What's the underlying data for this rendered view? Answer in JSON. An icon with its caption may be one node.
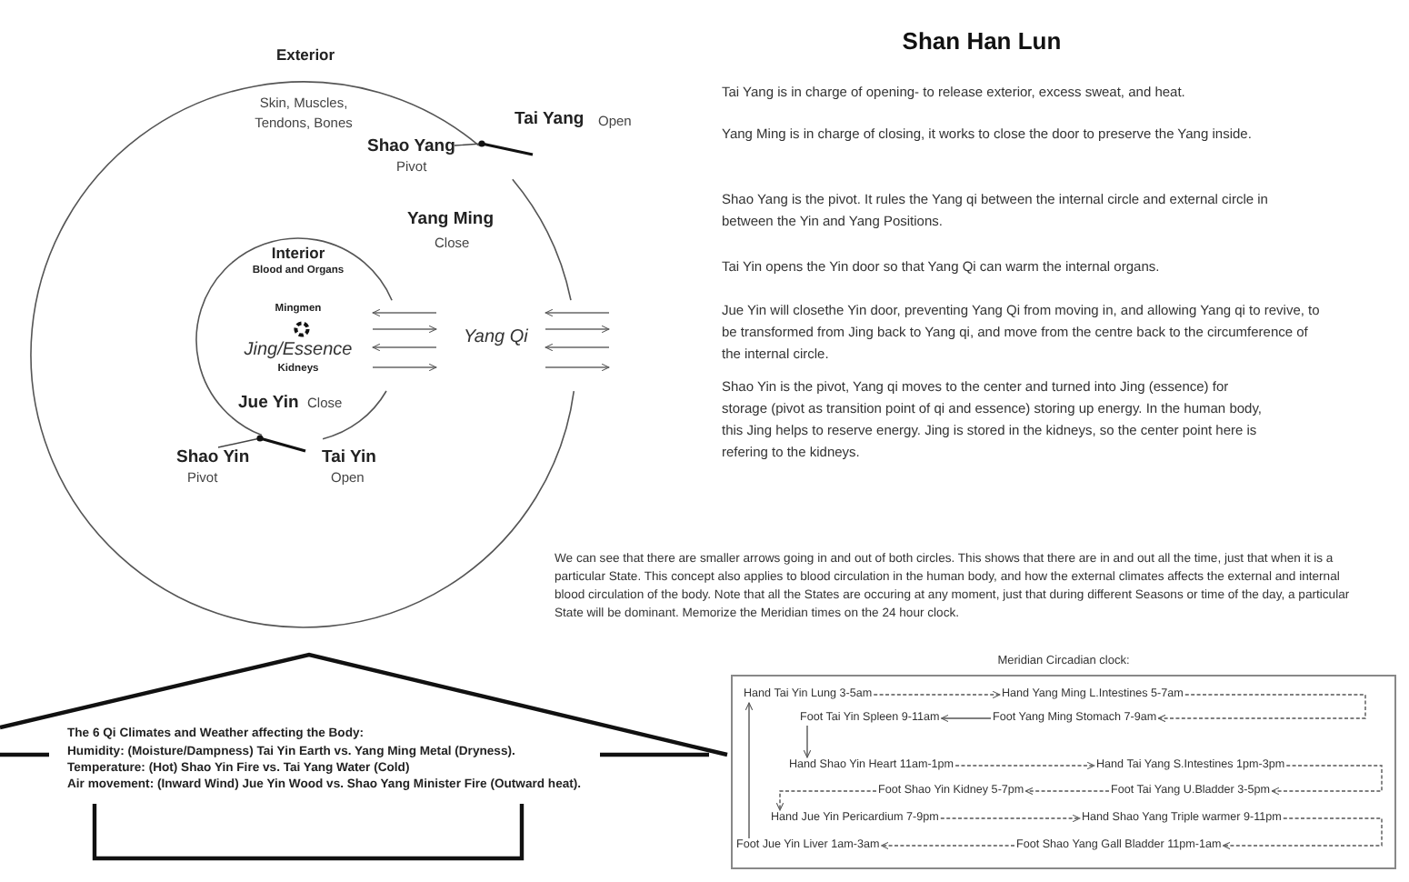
{
  "diagram": {
    "title": "Shan Han Lun",
    "nodes": [
      {
        "text": [
          "Exterior",
          "Skin, Muscles, Tendons, Bones",
          "Shao Yang",
          "Pivot",
          "Yang Ming",
          "Close",
          "Yang Qi",
          "Shao Yin",
          "Pivot",
          "Tai Yin",
          "Open"
        ]
      },
      {
        "text": [
          "Interior",
          "Blood and Organs",
          "Mingmen",
          "Jing/Essence",
          "Kidneys",
          "Jue Yin",
          "Close"
        ],
        "in": 0
      },
      {
        "text": [
          "The 6 Qi Climates and Weather affecting the Body:",
          "Humidity: (Moisture/Dampness) Tai Yin Earth vs. Yang Ming Metal (Dryness).",
          "Temperature: (Hot) Shao Yin Fire vs. Tai Yang Water (Cold)",
          "Air movement: (Inward Wind) Jue Yin Wood vs. Shao Yang Minister Fire (Outward heat)."
        ]
      },
      {
        "text": [
          "Meridian Circadian clock:"
        ]
      },
      {
        "text": [
          "Hand Tai Yin Lung 3-5am"
        ],
        "in": 3
      },
      {
        "text": [
          "Hand Yang Ming L.Intestines 5-7am"
        ],
        "in": 3
      },
      {
        "text": [
          "Foot Tai Yin Spleen 9-11am"
        ],
        "in": 3
      },
      {
        "text": [
          "Foot Yang Ming Stomach 7-9am"
        ],
        "in": 3
      },
      {
        "text": [
          "Hand Shao Yin Heart 11am-1pm"
        ],
        "in": 3
      },
      {
        "text": [
          "Hand Tai Yang S.Intestines 1pm-3pm"
        ],
        "in": 3
      },
      {
        "text": [
          "Foot Shao Yin Kidney 5-7pm"
        ],
        "in": 3
      },
      {
        "text": [
          "Foot Tai Yang U.Bladder 3-5pm"
        ],
        "in": 3
      },
      {
        "text": [
          "Hand Jue Yin Pericardium 7-9pm"
        ],
        "in": 3
      },
      {
        "text": [
          "Hand Shao Yang Triple warmer 9-11pm"
        ],
        "in": 3
      },
      {
        "text": [
          "Foot Jue Yin Liver 1am-3am"
        ],
        "in": 3
      },
      {
        "text": [
          "Foot Shao Yang Gall Bladder 11pm-1am"
        ],
        "in": 3
      }
    ],
    "edges": [
      {
        "from": 4,
        "to": 5,
        "arrow": "to",
        "style": "dashed"
      },
      {
        "from": 5,
        "to": 7,
        "arrow": "to",
        "style": "dashed"
      },
      {
        "from": 7,
        "to": 6,
        "arrow": "to"
      },
      {
        "from": 6,
        "to": 8,
        "arrow": "to"
      },
      {
        "from": 8,
        "to": 9,
        "arrow": "to",
        "style": "dashed"
      },
      {
        "from": 9,
        "to": 11,
        "arrow": "to",
        "style": "dashed"
      },
      {
        "from": 11,
        "to": 10,
        "arrow": "to",
        "style": "dashed"
      },
      {
        "from": 10,
        "to": 12,
        "arrow": "to",
        "style": "dashed"
      },
      {
        "from": 12,
        "to": 13,
        "arrow": "to",
        "style": "dashed"
      },
      {
        "from": 13,
        "to": 15,
        "arrow": "to",
        "style": "dashed"
      },
      {
        "from": 15,
        "to": 14,
        "arrow": "to",
        "style": "dashed"
      },
      {
        "from": 14,
        "to": 4,
        "arrow": "to"
      }
    ],
    "labels": [
      "Tai Yang",
      "Open",
      "Tai Yang is in charge of opening- to release exterior, excess sweat, and heat.",
      "Yang Ming is in charge of closing, it works to close the door to preserve the Yang inside.",
      "Shao Yang is the pivot. It rules the Yang qi between the internal circle and external circle in between the Yin and Yang Positions.",
      "Tai Yin opens the Yin door so that Yang Qi can warm the internal organs.",
      "Jue Yin  will closethe Yin door, preventing Yang Qi from moving in, and allowing Yang qi to revive, to be transformed from Jing back to Yang qi, and move from the centre back to the circumference of the internal circle.",
      "Shao Yin is the pivot, Yang qi moves to the center and turned into Jing (essence) for storage (pivot as transition point of qi and essence) storing up energy. In the human body, this Jing helps to reserve energy. Jing is stored in the kidneys, so the center point here is refering to the kidneys.",
      "We can see that there are smaller arrows going in and out of both circles. This shows that there are in and out all the time, just that when it is a particular State. This concept also applies to blood circulation in the human body, and how the external climates affects the external and internal blood circulation of the body. Note that all the States are occuring at any moment, just that during different Seasons or time of the day, a particular State will be dominant. Memorize the Meridian times on the 24 hour clock."
    ]
  }
}
